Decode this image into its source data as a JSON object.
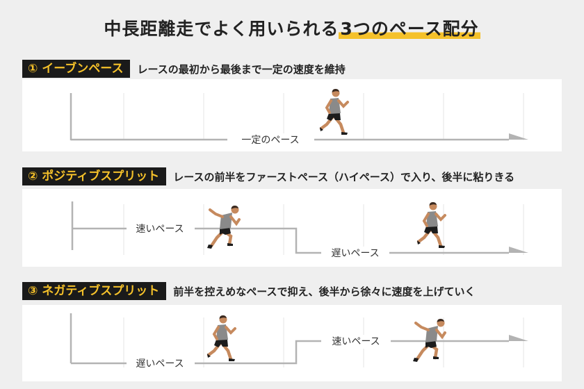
{
  "title": {
    "main": "中長距離走でよく用いられる",
    "highlight": "3つのペース配分"
  },
  "sections": [
    {
      "tag": "① イーブンペース",
      "description": "レースの最初から最後まで一定の速度を維持",
      "pace_labels": [
        "一定のペース"
      ]
    },
    {
      "tag": "② ポジティブスプリット",
      "description": "レースの前半をファーストペース（ハイペース）で入り、後半に粘りきる",
      "pace_labels": [
        "速いペース",
        "遅いペース"
      ]
    },
    {
      "tag": "③ ネガティブスプリット",
      "description": "前半を控えめなペースで抑え、後半から徐々に速度を上げていく",
      "pace_labels": [
        "遅いペース",
        "速いペース"
      ]
    }
  ],
  "colors": {
    "accent": "#f5c12a",
    "tag_bg": "#1a1a1a",
    "line": "#b3b3b3",
    "grid": "#e6e6e6",
    "skin": "#c68a5e",
    "shirt": "#8a8a8a",
    "shorts": "#1c1c1c"
  }
}
